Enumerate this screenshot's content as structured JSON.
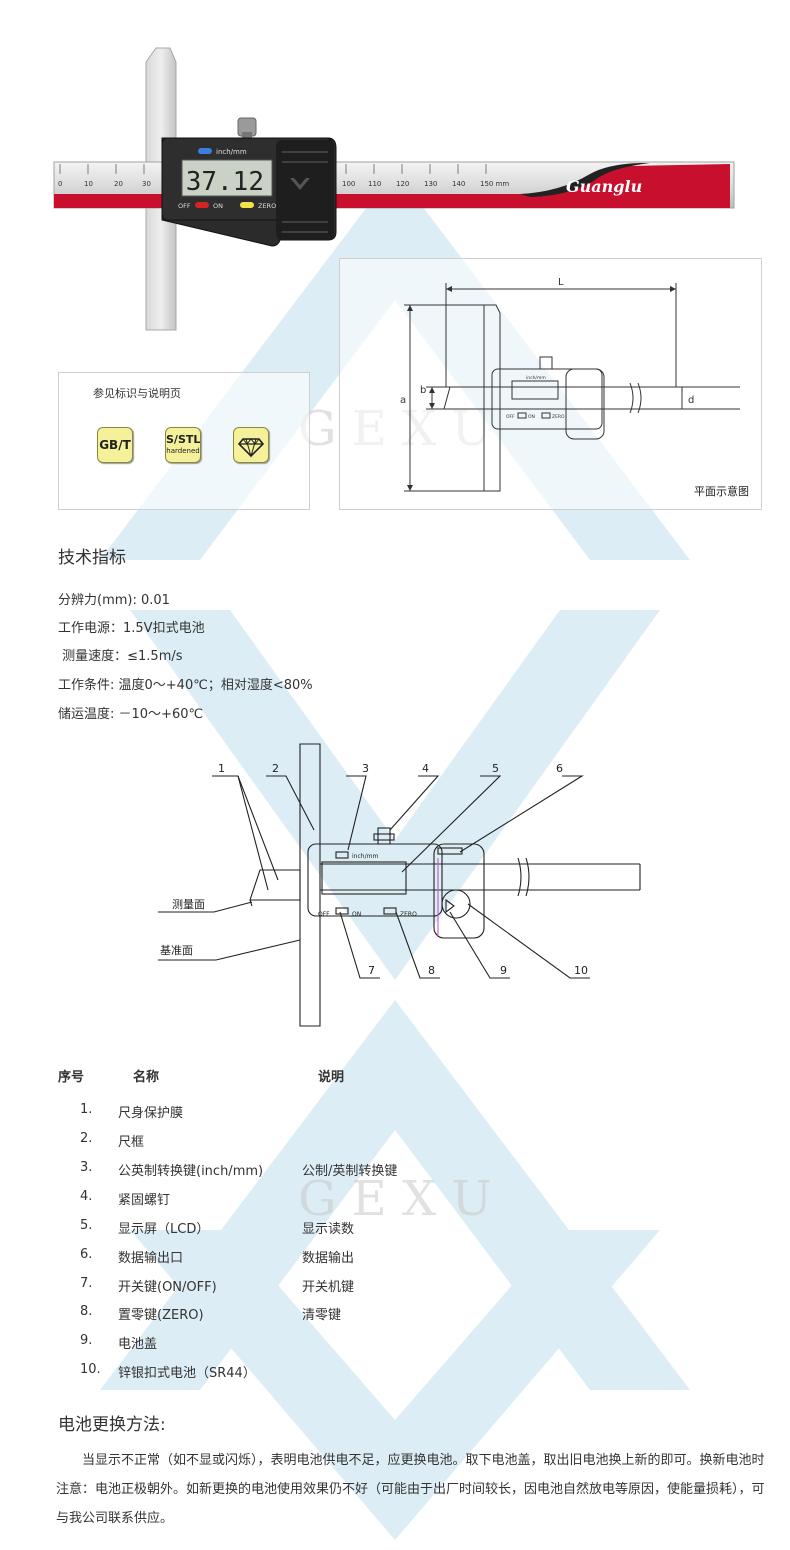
{
  "watermark": {
    "text": "G E X U"
  },
  "caliper": {
    "unit_label": "inch/mm",
    "display": "37.12",
    "off_label": "OFF",
    "on_label": "ON",
    "zero_label": "ZERO",
    "scale_labels": [
      "0",
      "10",
      "20",
      "30",
      "100",
      "110",
      "120",
      "130",
      "140",
      "150 mm"
    ],
    "brand": "Guanglu"
  },
  "label_box": {
    "title": "参见标识与说明页",
    "badges": [
      {
        "line1": "GB/T",
        "line2": ""
      },
      {
        "line1": "S/STL",
        "line2": "hardened"
      }
    ]
  },
  "plan": {
    "caption": "平面示意图",
    "dim_labels": {
      "L": "L",
      "a": "a",
      "b": "b",
      "d": "d"
    },
    "unit": "inch/mm",
    "off": "OFF",
    "on": "ON",
    "zero": "ZERO"
  },
  "tech": {
    "heading": "技术指标",
    "lines": [
      "分辨力(mm): 0.01",
      "工作电源：1.5V扣式电池",
      " 测量速度：≤1.5m/s",
      "工作条件: 温度0～+40℃；相对湿度<80%",
      "储运温度: －10～+60℃"
    ]
  },
  "diagram": {
    "numbers": [
      "1",
      "2",
      "3",
      "4",
      "5",
      "6",
      "7",
      "8",
      "9",
      "10"
    ],
    "measure_face": "测量面",
    "base_face": "基准面",
    "unit": "inch/mm",
    "off": "OFF",
    "on": "ON",
    "zero": "ZERO"
  },
  "parts": {
    "headers": {
      "no": "序号",
      "name": "名称",
      "desc": "说明"
    },
    "rows": [
      {
        "no": "1.",
        "name": "尺身保护膜",
        "desc": ""
      },
      {
        "no": "2.",
        "name": "尺框",
        "desc": ""
      },
      {
        "no": "3.",
        "name": "公英制转换键(inch/mm)",
        "desc": "公制/英制转换键"
      },
      {
        "no": "4.",
        "name": "紧固螺钉",
        "desc": ""
      },
      {
        "no": "5.",
        "name": "显示屏（LCD）",
        "desc": "显示读数"
      },
      {
        "no": "6.",
        "name": "数据输出口",
        "desc": "数据输出"
      },
      {
        "no": "7.",
        "name": "开关键(ON/OFF)",
        "desc": "开关机键"
      },
      {
        "no": "8.",
        "name": "置零键(ZERO)",
        "desc": "清零键"
      },
      {
        "no": "9.",
        "name": "电池盖",
        "desc": ""
      },
      {
        "no": "10.",
        "name": "锌银扣式电池（SR44）",
        "desc": ""
      }
    ]
  },
  "battery": {
    "heading": "电池更换方法:",
    "paragraph": "当显示不正常（如不显或闪烁），表明电池供电不足，应更换电池。取下电池盖，取出旧电池换上新的即可。换新电池时注意：电池正极朝外。如新更换的电池使用效果仍不好（可能由于出厂时间较长，因电池自然放电等原因，使能量损耗），可与我公司联系供应。"
  },
  "colors": {
    "accent_red": "#c8102e",
    "watermark_blue": "#cfe6f2",
    "badge_yellow": "#f4f19a"
  }
}
